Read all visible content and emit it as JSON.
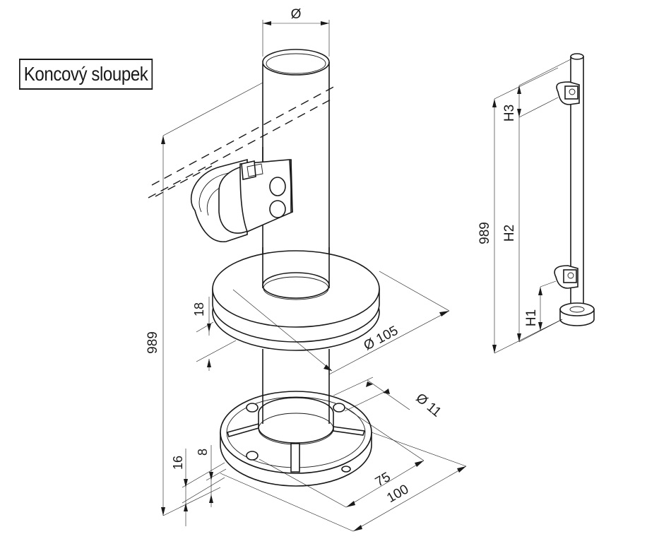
{
  "title": "Koncový sloupek",
  "dims": {
    "diameter_top": "Ø",
    "height_left": "989",
    "plate_thick": "18",
    "dia_plate": "Ø 105",
    "dia_hole": "Ø 11",
    "base_16": "16",
    "base_8": "8",
    "base_75": "75",
    "base_100": "100",
    "side_989": "989",
    "h1": "H1",
    "h2": "H2",
    "h3": "H3"
  }
}
